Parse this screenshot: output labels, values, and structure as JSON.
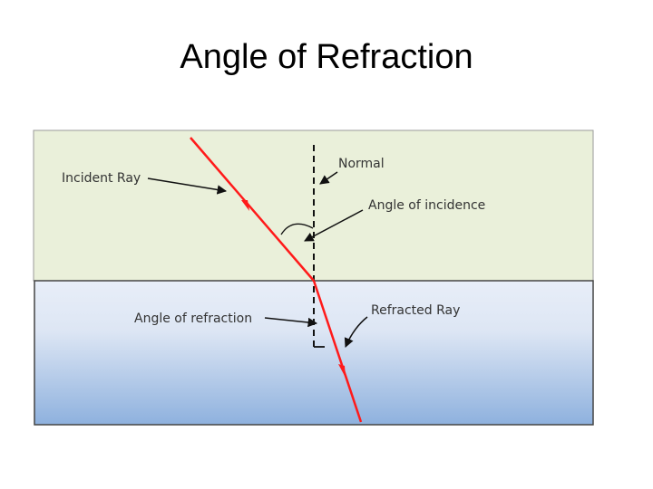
{
  "slide": {
    "title": "Angle of Refraction"
  },
  "diagram": {
    "labels": {
      "incident_ray": "Incident Ray",
      "normal": "Normal",
      "angle_of_incidence": "Angle of incidence",
      "angle_of_refraction": "Angle of refraction",
      "refracted_ray": "Refracted Ray"
    },
    "colors": {
      "top_medium": "#eaf0da",
      "bottom_medium_top": "#e8eef8",
      "bottom_medium_bottom": "#8eb1de",
      "ray": "#ff1a1a",
      "normal_line": "#111111"
    }
  }
}
